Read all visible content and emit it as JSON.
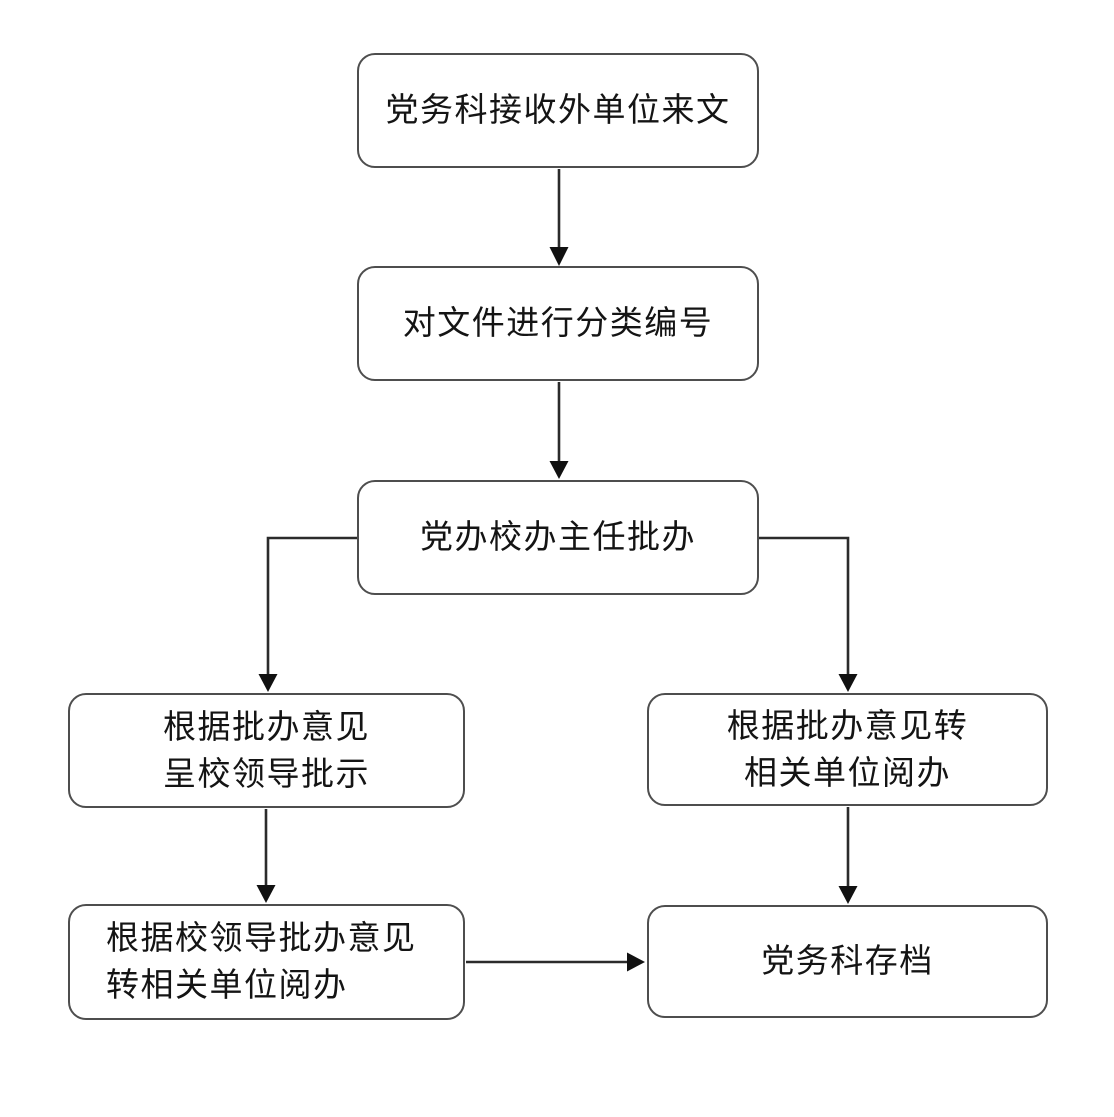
{
  "colors": {
    "background": "#ffffff",
    "box_border": "#4e4e4e",
    "box_fill": "#ffffff",
    "connector": "#2b2b2b",
    "arrowhead": "#111111",
    "text": "#141414"
  },
  "diagram_type": "flowchart",
  "nodes": {
    "receive": {
      "lines": [
        "党务科接收外单位来文"
      ]
    },
    "classify": {
      "lines": [
        "对文件进行分类编号"
      ]
    },
    "director_review": {
      "lines": [
        "党办校办主任批办"
      ]
    },
    "submit_leaders": {
      "lines": [
        "根据批办意见",
        "呈校领导批示"
      ]
    },
    "transfer_units": {
      "lines": [
        "根据批办意见转",
        "相关单位阅办"
      ]
    },
    "leader_transfer": {
      "lines": [
        "根据校领导批办意见",
        "转相关单位阅办"
      ]
    },
    "archive": {
      "lines": [
        "党务科存档"
      ]
    }
  },
  "edges": [
    {
      "from": "receive",
      "to": "classify"
    },
    {
      "from": "classify",
      "to": "director_review"
    },
    {
      "from": "director_review",
      "to": "submit_leaders"
    },
    {
      "from": "director_review",
      "to": "transfer_units"
    },
    {
      "from": "submit_leaders",
      "to": "leader_transfer"
    },
    {
      "from": "transfer_units",
      "to": "archive"
    },
    {
      "from": "leader_transfer",
      "to": "archive"
    }
  ]
}
